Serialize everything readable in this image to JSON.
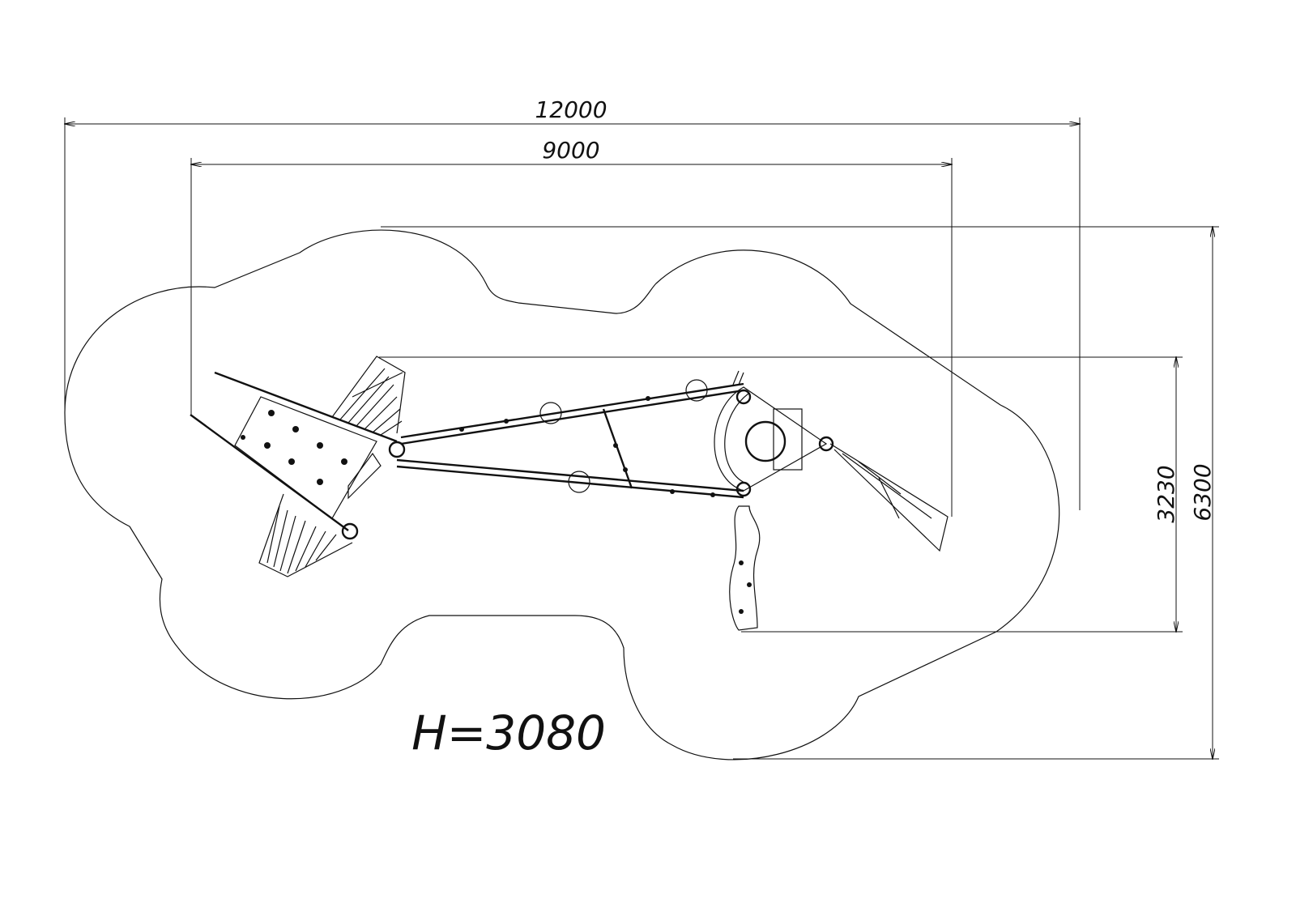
{
  "dimensions": {
    "overall_width": "12000",
    "equipment_width": "9000",
    "overall_depth": "6300",
    "equipment_depth": "3230"
  },
  "height_label": "H=3080",
  "colors": {
    "line": "#111111",
    "background": "#ffffff"
  }
}
